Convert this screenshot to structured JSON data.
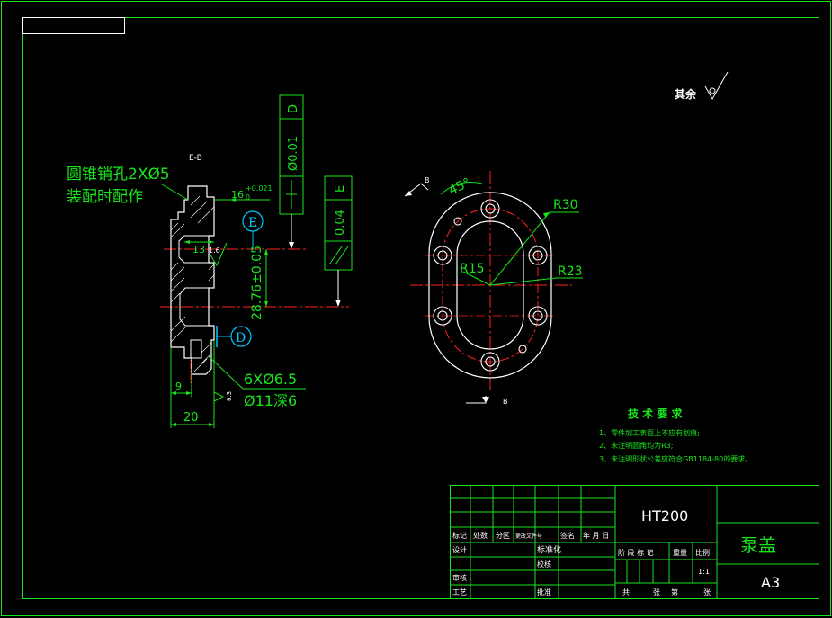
{
  "colors": {
    "background": "#000000",
    "frame": "#18e61c",
    "outline": "#ffffff",
    "centerline": "#ff2020",
    "dimension": "#18e61c",
    "leader": "#00c8ff",
    "bolt_holes": "#ffffff"
  },
  "section_view": {
    "section_label": "E-B",
    "note_pin_line1": "圆锥销孔2XØ5",
    "note_pin_line2": "装配时配作",
    "dim_16": "16",
    "dim_16_tol_upper": "+0.021",
    "dim_16_tol_lower": "0",
    "dim_13": "13",
    "roughness_1_6": "1.6",
    "dim_28": "28.76±0.05",
    "datum_e": "E",
    "datum_d": "D",
    "hole_note_line1": "6XØ6.5",
    "hole_note_line2": "Ø11深6",
    "dim_9": "9",
    "roughness_6_3": "6.3",
    "dim_20": "20",
    "tol_frame_flatness_value": "Ø0.01",
    "tol_frame_flatness_datum": "D",
    "tol_frame_parallel_value": "0.04",
    "tol_frame_parallel_datum": "E"
  },
  "top_view": {
    "label_b_top": "B",
    "label_b_bottom": "B",
    "angle_45": "45°",
    "r30": "R30",
    "r15": "R15",
    "r23": "R23"
  },
  "roughness_note": {
    "label": "其余"
  },
  "tech_requirements": {
    "title": "技 术 要 求",
    "items": [
      "1、零件加工表面上不应有划痕;",
      "2、未注明圆角均为R3;",
      "3、未注明形状公差应符合GB1184-80的要求。"
    ]
  },
  "title_block": {
    "material": "HT200",
    "part_name": "泵盖",
    "sheet_size": "A3",
    "scale_label": "比例",
    "scale_value": "1:1",
    "mark_label": "阶 段 标 记",
    "weight_label": "重量",
    "headers": [
      "标记",
      "处数",
      "分区",
      "更改文件号",
      "签名",
      "年 月 日"
    ],
    "design_label": "设计",
    "standardize_label": "标准化",
    "proofread_label": "校核",
    "review_label": "审核",
    "craft_label": "工艺",
    "approve_label": "批准",
    "sheet_total_label": "共",
    "sheet_unit_label": "张",
    "sheet_nth_label": "第",
    "sheet_unit2_label": "张"
  }
}
